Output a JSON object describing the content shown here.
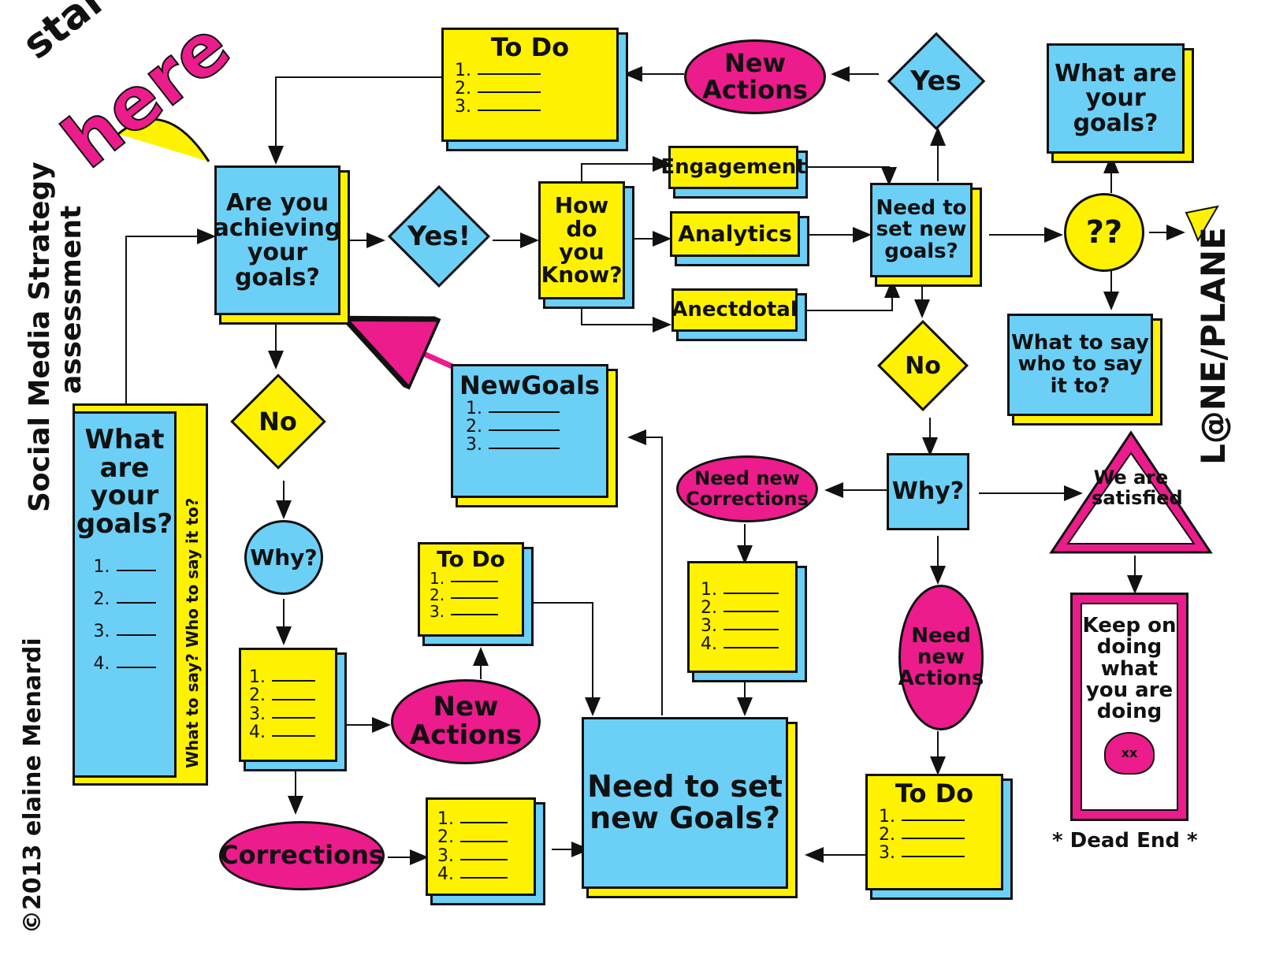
{
  "title": {
    "start": "start",
    "here": "here",
    "subtitle_line1": "Social Media Strategy",
    "subtitle_line2": "assessment",
    "copyright": "©2013 elaine Menardi",
    "brand": "L@NE/PLANE"
  },
  "nodes": {
    "achieving": "Are you achieving your goals?",
    "yes_main": "Yes!",
    "how_know": "How do you Know?",
    "engagement": "Engagement",
    "analytics": "Analytics",
    "anecdotal": "Anectdotal",
    "need_set_top": "Need to set new goals?",
    "yes_top": "Yes",
    "new_actions_top": "New Actions",
    "todo_top_title": "To Do",
    "todo_top_items": [
      "1.",
      "2.",
      "3."
    ],
    "qq": "??",
    "what_goals_right": "What are your goals?",
    "what_to_say": "What to say who to say it to?",
    "no_right": "No",
    "why_right": "Why?",
    "need_corrections": "Need new Corrections",
    "corrections_list": [
      "1.",
      "2.",
      "3.",
      "4."
    ],
    "we_satisfied": "We are satisfied",
    "keep_doing": "Keep on doing what you are doing",
    "skull_eyes": "xx",
    "dead_end": "* Dead End *",
    "need_actions_right": "Need new Actions",
    "todo_bottom_right_title": "To Do",
    "todo_bottom_right_items": [
      "1.",
      "2.",
      "3."
    ],
    "need_set_bottom": "Need to set new Goals?",
    "new_goals_title": "NewGoals",
    "new_goals_items": [
      "1.",
      "2.",
      "3."
    ],
    "no_left": "No",
    "why_left": "Why?",
    "list_left": [
      "1.",
      "2.",
      "3.",
      "4."
    ],
    "new_actions_bottom": "New Actions",
    "todo_mid_title": "To Do",
    "todo_mid_items": [
      "1.",
      "2.",
      "3."
    ],
    "corrections": "Corrections",
    "corrections_bottom_list": [
      "1.",
      "2.",
      "3.",
      "4."
    ],
    "left_goals": "What are your goals?",
    "left_goals_items": [
      "1.",
      "2.",
      "3.",
      "4."
    ],
    "left_side_note": "What to say? Who to say it to?"
  },
  "colors": {
    "blue": "#6ccff6",
    "yellow": "#fff200",
    "pink": "#ec1c8c",
    "ink": "#111111"
  }
}
